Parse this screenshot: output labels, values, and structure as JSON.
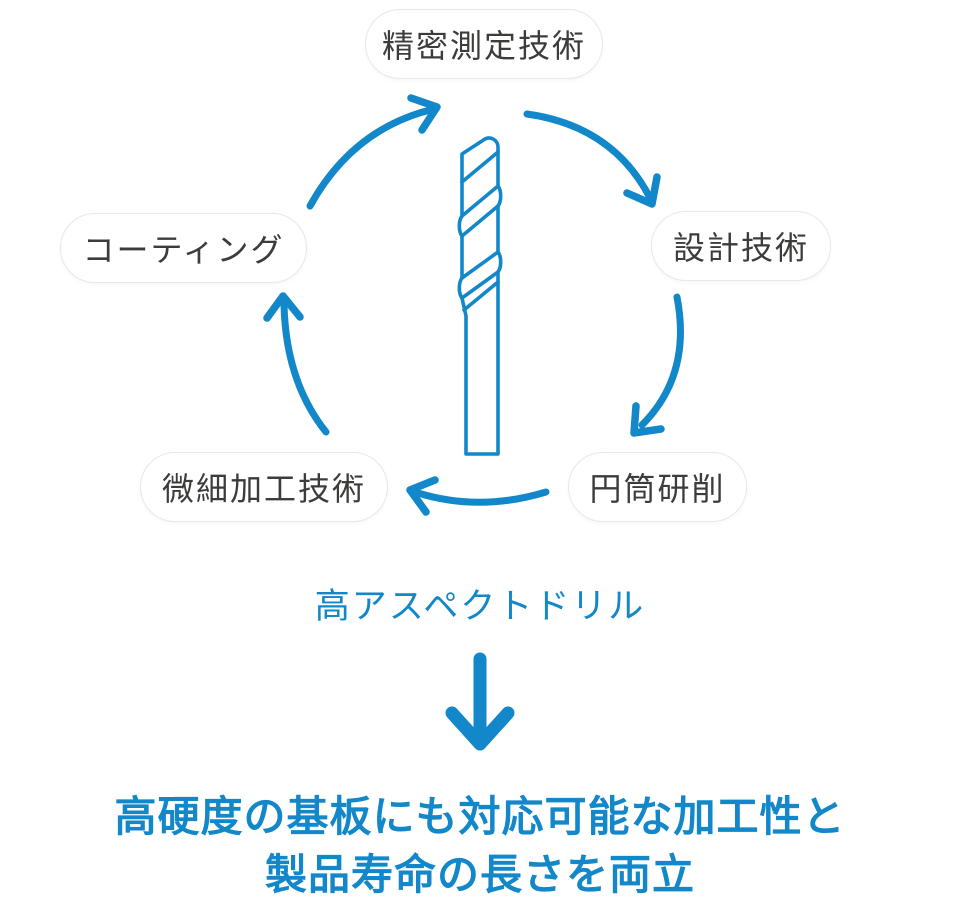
{
  "colors": {
    "accent": "#1287c9",
    "ink": "#3e3c3b",
    "pill-border": "#e8e8e6",
    "pill-bg": "#ffffff",
    "page-bg": "#ffffff"
  },
  "diagram": {
    "type": "cycle",
    "flow_direction": "clockwise",
    "cycle": {
      "items": [
        {
          "label": "精密測定技術",
          "position": "top"
        },
        {
          "label": "設計技術",
          "position": "right"
        },
        {
          "label": "円筒研削",
          "position": "bottom-right"
        },
        {
          "label": "微細加工技術",
          "position": "bottom-left"
        },
        {
          "label": "コーティング",
          "position": "left"
        }
      ],
      "center_icon": "drill-bit"
    },
    "product_label": "高アスペクトドリル",
    "result": {
      "line1": "高硬度の基板にも対応可能な加工性と",
      "line2": "製品寿命の長さを両立"
    }
  }
}
